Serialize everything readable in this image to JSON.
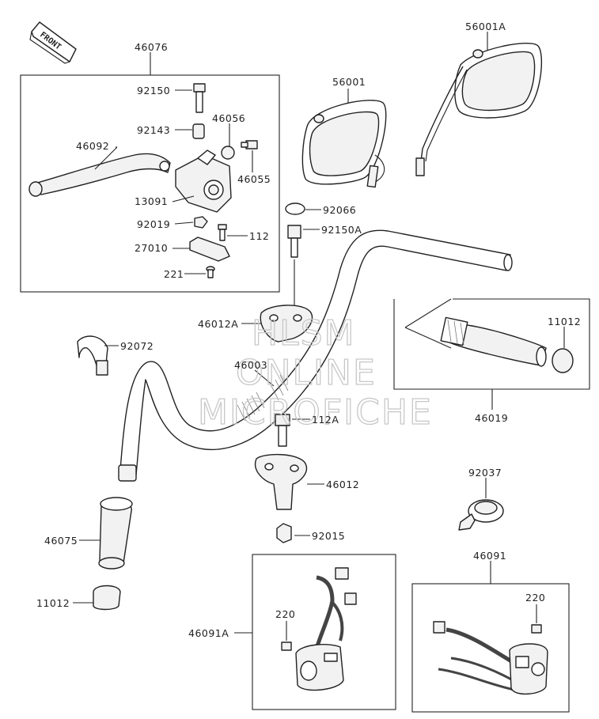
{
  "front_badge": "FRONT",
  "watermark": [
    "HLSM",
    "ONLINE",
    "MICROFICHE"
  ],
  "labels": {
    "p46076": "46076",
    "p92150": "92150",
    "p92143": "92143",
    "p46056": "46056",
    "p46092": "46092",
    "p46055": "46055",
    "p13091": "13091",
    "p92019": "92019",
    "p112": "112",
    "p27010": "27010",
    "p221": "221",
    "p56001": "56001",
    "p56001A": "56001A",
    "p92066": "92066",
    "p92150A": "92150A",
    "p46012A": "46012A",
    "p92072": "92072",
    "p46003": "46003",
    "p11012_grip": "11012",
    "p46019": "46019",
    "p112A": "112A",
    "p46012": "46012",
    "p92037": "92037",
    "p46075": "46075",
    "p92015": "92015",
    "p46091": "46091",
    "p11012_end": "11012",
    "p220_left": "220",
    "p220_right": "220",
    "p46091A": "46091A"
  }
}
